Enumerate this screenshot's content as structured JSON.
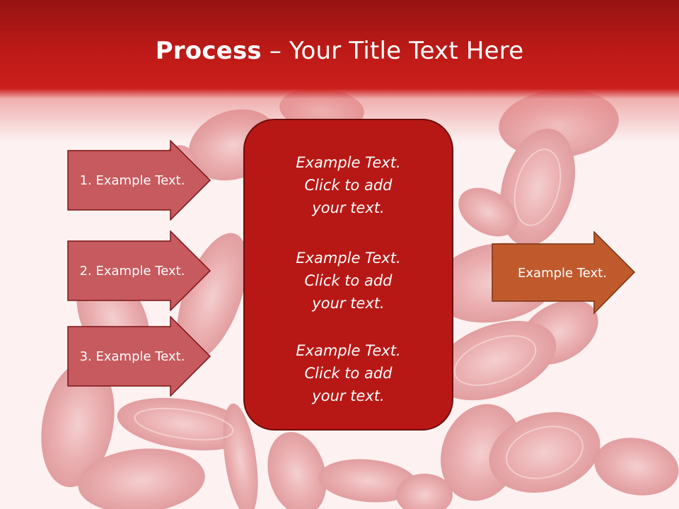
{
  "slide": {
    "title_bold": "Process",
    "title_rest": " – Your Title Text Here",
    "left_steps": [
      {
        "label": "1. Example Text."
      },
      {
        "label": "2. Example Text."
      },
      {
        "label": "3. Example Text."
      }
    ],
    "center_blocks": [
      {
        "line1": "Example Text.",
        "line2": "Click  to add",
        "line3": "your text."
      },
      {
        "line1": "Example Text.",
        "line2": "Click  to add",
        "line3": "your text."
      },
      {
        "line1": "Example Text.",
        "line2": "Click  to add",
        "line3": "your text."
      }
    ],
    "output": {
      "label": "Example Text."
    }
  },
  "colors": {
    "header": "#bc1a17",
    "step_fill": "#c65a5e",
    "step_border": "#7a1416",
    "center_fill": "#b81815",
    "output_fill": "#c05a2d",
    "output_border": "#7a3210",
    "cell": "#e9a5a7"
  }
}
